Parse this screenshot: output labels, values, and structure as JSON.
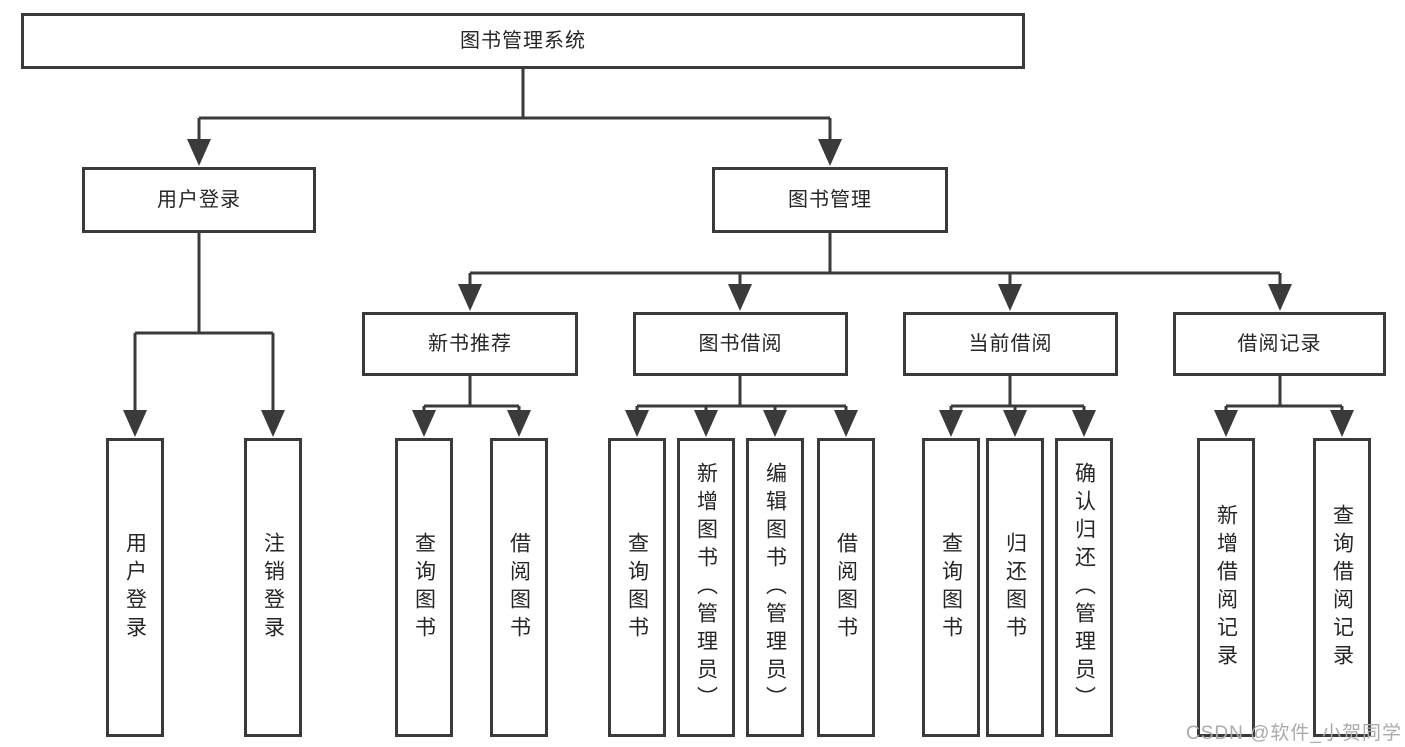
{
  "diagram": {
    "title_node": "图书管理系统",
    "nodes": {
      "root": {
        "label": "图书管理系统"
      },
      "user_login": {
        "label": "用户登录"
      },
      "book_mgmt": {
        "label": "图书管理"
      },
      "new_books": {
        "label": "新书推荐"
      },
      "book_borrow": {
        "label": "图书借阅"
      },
      "current_borrow": {
        "label": "当前借阅"
      },
      "borrow_records": {
        "label": "借阅记录"
      },
      "login_do": {
        "label": "用户登录"
      },
      "logout": {
        "label": "注销登录"
      },
      "nb_query": {
        "label": "查询图书"
      },
      "nb_borrow": {
        "label": "借阅图书"
      },
      "bb_query": {
        "label": "查询图书"
      },
      "bb_add": {
        "label": "新增图书（管理员）"
      },
      "bb_edit": {
        "label": "编辑图书（管理员）"
      },
      "bb_borrow": {
        "label": "借阅图书"
      },
      "cb_query": {
        "label": "查询图书"
      },
      "cb_return": {
        "label": "归还图书"
      },
      "cb_confirm": {
        "label": "确认归还（管理员）"
      },
      "br_add": {
        "label": "新增借阅记录"
      },
      "br_query": {
        "label": "查询借阅记录"
      }
    },
    "colors": {
      "line": "#3a3a3a",
      "box_border": "#3a3a3a",
      "text": "#262626",
      "background": "#ffffff",
      "watermark": "#ababab"
    }
  },
  "watermark": {
    "text": "CSDN @软件_小贺同学"
  }
}
